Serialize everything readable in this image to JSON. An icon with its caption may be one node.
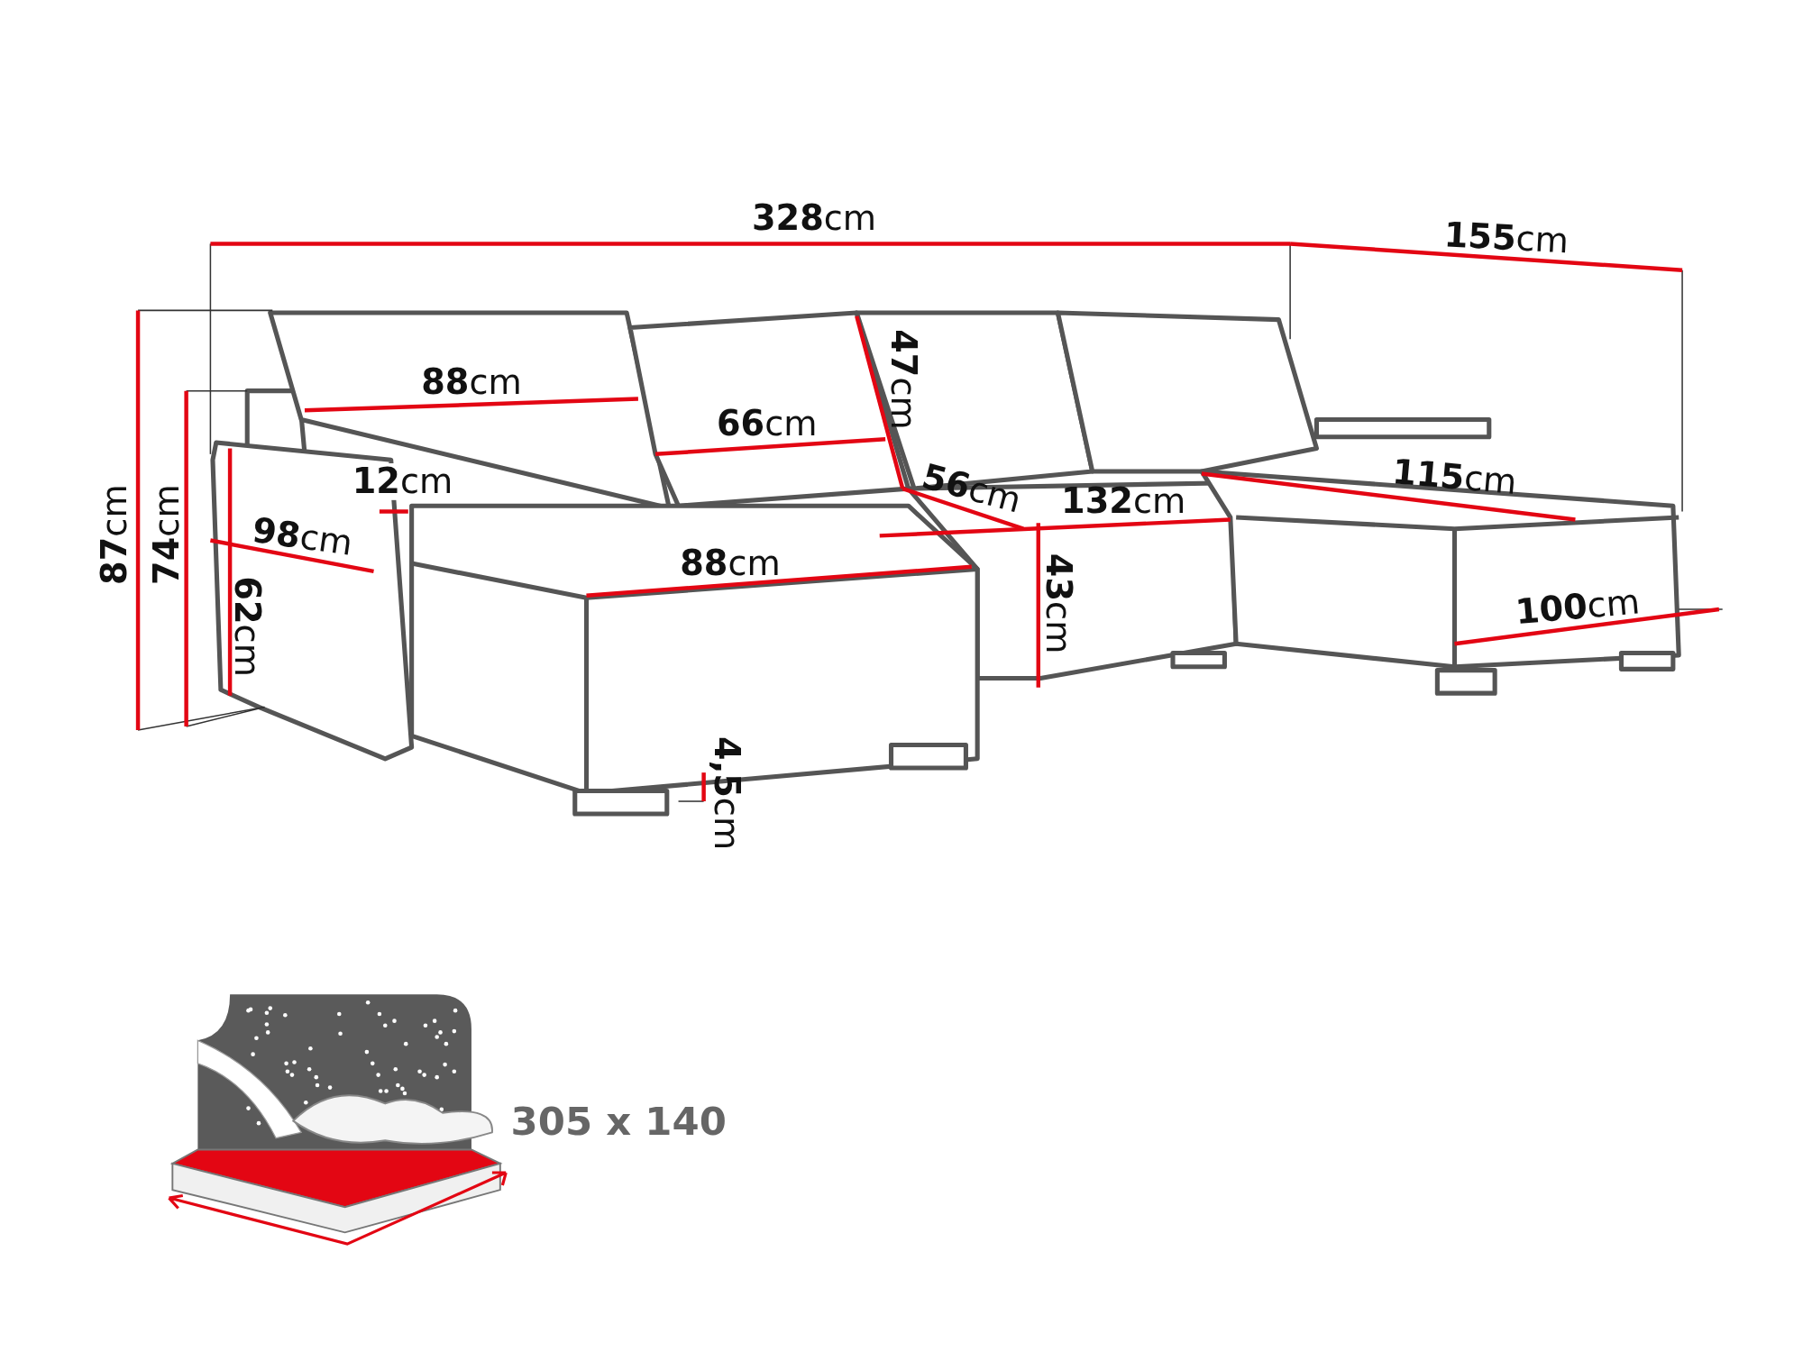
{
  "diagram": {
    "labels": [
      "**328**cm",
      "**155**cm",
      "**88**cm",
      "**47**cm",
      "**66**cm",
      "**12**cm",
      "**56**cm",
      "**115**cm",
      "**132**cm",
      "**98**cm",
      "**88**cm",
      "**87**cm",
      "**74**cm",
      "**43**cm",
      "**62**cm",
      "**100**cm",
      "**4,5**cm",
      "305 x 140"
    ]
  }
}
